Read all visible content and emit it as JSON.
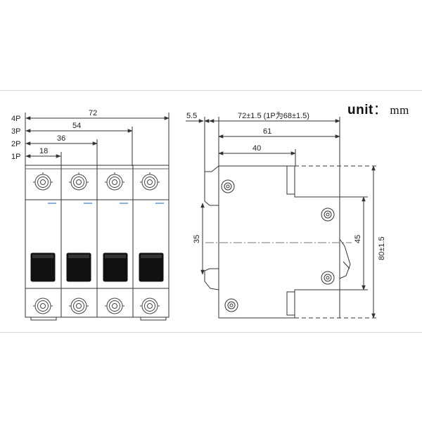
{
  "unit": {
    "key": "unit",
    "separator": "：",
    "value": "mm"
  },
  "front_view": {
    "pole_labels": [
      "4P",
      "3P",
      "2P",
      "1P"
    ],
    "dimensions": [
      "72",
      "54",
      "36",
      "18"
    ]
  },
  "side_view": {
    "top_dimensions": [
      "5.5",
      "72±1.5 (1P为68±1.5)",
      "61",
      "40"
    ],
    "vertical_dimensions": [
      "35",
      "45",
      "80±1.5"
    ]
  },
  "colors": {
    "line": "#333333",
    "dim": "#444444",
    "handle": "#111111",
    "accent": "#3a7bbf"
  }
}
